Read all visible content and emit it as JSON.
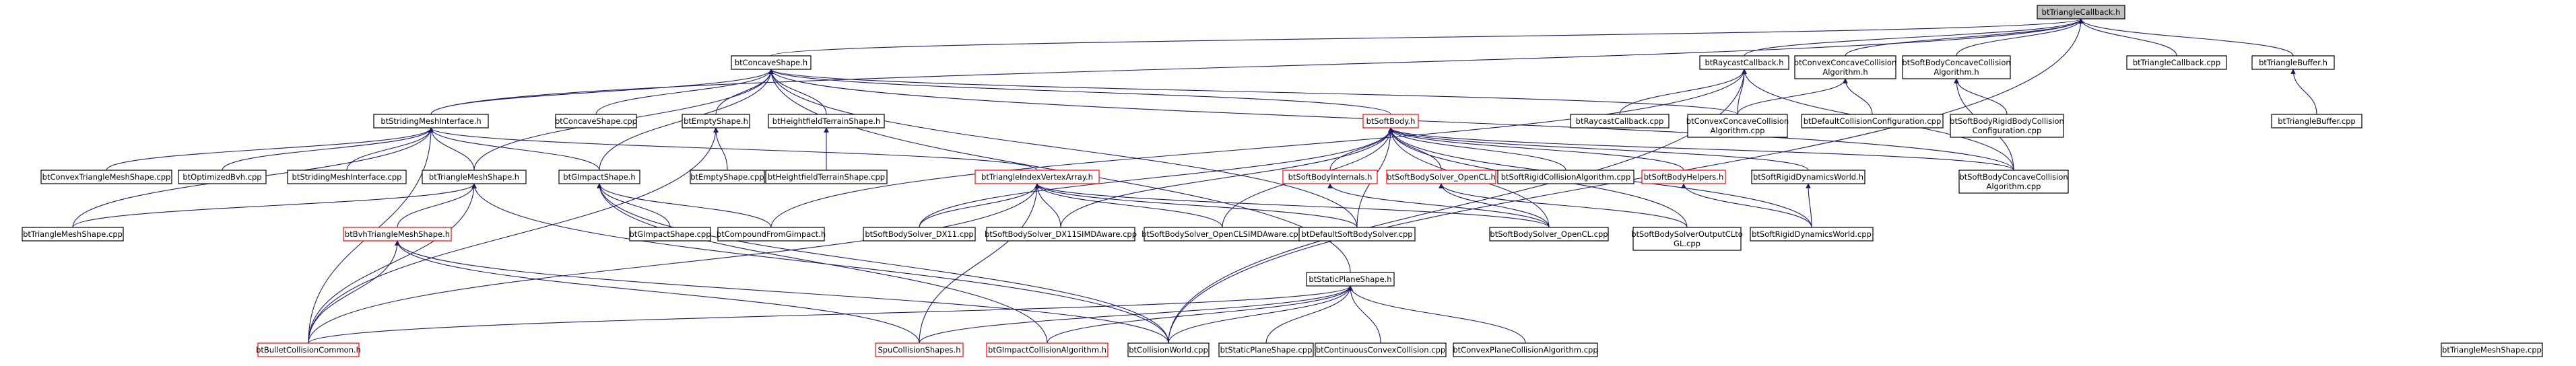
{
  "colors": {
    "edge": "#191970",
    "root_fill": "#bfbfbf",
    "node_fill": "#ffffff",
    "node_border": "#000000",
    "incomplete_border": "#ff0000"
  },
  "nodes": [
    {
      "id": "root",
      "lines": [
        "btTriangleCallback.h"
      ],
      "style": "root"
    },
    {
      "id": "concave",
      "lines": [
        "btConcaveShape.h"
      ],
      "style": "normal"
    },
    {
      "id": "raycastcb",
      "lines": [
        "btRaycastCallback.h"
      ],
      "style": "normal"
    },
    {
      "id": "ccalgo_h",
      "lines": [
        "btConvexConcaveCollision",
        "Algorithm.h"
      ],
      "style": "normal"
    },
    {
      "id": "sbccalgo_h",
      "lines": [
        "btSoftBodyConcaveCollision",
        "Algorithm.h"
      ],
      "style": "normal"
    },
    {
      "id": "tricb_cpp",
      "lines": [
        "btTriangleCallback.cpp"
      ],
      "style": "normal"
    },
    {
      "id": "tribuf_h",
      "lines": [
        "btTriangleBuffer.h"
      ],
      "style": "normal"
    },
    {
      "id": "strider_h",
      "lines": [
        "btStridingMeshInterface.h"
      ],
      "style": "normal"
    },
    {
      "id": "concave_cpp",
      "lines": [
        "btConcaveShape.cpp"
      ],
      "style": "normal"
    },
    {
      "id": "empty_h",
      "lines": [
        "btEmptyShape.h"
      ],
      "style": "normal"
    },
    {
      "id": "hf_h",
      "lines": [
        "btHeightfieldTerrainShape.h"
      ],
      "style": "normal"
    },
    {
      "id": "softbody_h",
      "lines": [
        "btSoftBody.h"
      ],
      "style": "incomplete"
    },
    {
      "id": "raycast_cpp",
      "lines": [
        "btRaycastCallback.cpp"
      ],
      "style": "normal"
    },
    {
      "id": "ccalgo_cpp",
      "lines": [
        "btConvexConcaveCollision",
        "Algorithm.cpp"
      ],
      "style": "normal"
    },
    {
      "id": "defcoll_cpp",
      "lines": [
        "btDefaultCollisionConfiguration.cpp"
      ],
      "style": "normal"
    },
    {
      "id": "sbrbccfg_cpp",
      "lines": [
        "btSoftBodyRigidBodyCollision",
        "Configuration.cpp"
      ],
      "style": "normal"
    },
    {
      "id": "tribuf_cpp",
      "lines": [
        "btTriangleBuffer.cpp"
      ],
      "style": "normal"
    },
    {
      "id": "convtrimesh_cpp",
      "lines": [
        "btConvexTriangleMeshShape.cpp"
      ],
      "style": "normal"
    },
    {
      "id": "optbvh_cpp",
      "lines": [
        "btOptimizedBvh.cpp"
      ],
      "style": "normal"
    },
    {
      "id": "strider_cpp",
      "lines": [
        "btStridingMeshInterface.cpp"
      ],
      "style": "normal"
    },
    {
      "id": "trimesh_h",
      "lines": [
        "btTriangleMeshShape.h"
      ],
      "style": "normal"
    },
    {
      "id": "gimpact_h",
      "lines": [
        "btGImpactShape.h"
      ],
      "style": "normal"
    },
    {
      "id": "empty_cpp",
      "lines": [
        "btEmptyShape.cpp"
      ],
      "style": "normal"
    },
    {
      "id": "hf_cpp",
      "lines": [
        "btHeightfieldTerrainShape.cpp"
      ],
      "style": "normal"
    },
    {
      "id": "sbinternals_h",
      "lines": [
        "btSoftBodyInternals.h"
      ],
      "style": "incomplete"
    },
    {
      "id": "sbsolver_ocl_h",
      "lines": [
        "btSoftBodySolver_OpenCL.h"
      ],
      "style": "incomplete"
    },
    {
      "id": "sorigidalgo_cpp",
      "lines": [
        "btSoftRigidCollisionAlgorithm.cpp"
      ],
      "style": "normal"
    },
    {
      "id": "sbhelpers_h",
      "lines": [
        "btSoftBodyHelpers.h"
      ],
      "style": "incomplete"
    },
    {
      "id": "srdynworld_h",
      "lines": [
        "btSoftRigidDynamicsWorld.h"
      ],
      "style": "normal"
    },
    {
      "id": "sbccalgo_cpp",
      "lines": [
        "btSoftBodyConcaveCollision",
        "Algorithm.cpp"
      ],
      "style": "normal"
    },
    {
      "id": "trimeshshape_cpp",
      "lines": [
        "btTriangleMeshShape.cpp"
      ],
      "style": "normal"
    },
    {
      "id": "gimpact_cpp",
      "lines": [
        "btGImpactShape.cpp"
      ],
      "style": "normal"
    },
    {
      "id": "compoundgimpact_cpp",
      "lines": [
        "btCompoundFromGimpact.h"
      ],
      "style": "normal"
    },
    {
      "id": "triidxva_h",
      "lines": [
        "btTriangleIndexVertexArray.h"
      ],
      "style": "incomplete"
    },
    {
      "id": "bvhtrimesh_h",
      "lines": [
        "btBvhTriangleMeshShape.h"
      ],
      "style": "incomplete"
    },
    {
      "id": "sbsolver_dx11_cpp",
      "lines": [
        "btSoftBodySolver_DX11.cpp"
      ],
      "style": "normal"
    },
    {
      "id": "sbsolver_dx11simd_cpp",
      "lines": [
        "btSoftBodySolver_DX11SIMDAware.cpp"
      ],
      "style": "normal"
    },
    {
      "id": "sbsolver_oclsimd_cpp",
      "lines": [
        "btSoftBodySolver_OpenCLSIMDAware.cpp"
      ],
      "style": "normal"
    },
    {
      "id": "defsbsolver_cpp",
      "lines": [
        "btDefaultSoftBodySolver.cpp"
      ],
      "style": "normal"
    },
    {
      "id": "staticplane_h",
      "lines": [
        "btStaticPlaneShape.h"
      ],
      "style": "normal"
    },
    {
      "id": "sbsolver_ocl_cpp",
      "lines": [
        "btSoftBodySolver_OpenCL.cpp"
      ],
      "style": "normal"
    },
    {
      "id": "sbsolveroutcl_cpp",
      "lines": [
        "btSoftBodySolverOutputCLto",
        "GL.cpp"
      ],
      "style": "normal"
    },
    {
      "id": "srdynworld_cpp",
      "lines": [
        "btSoftRigidDynamicsWorld.cpp"
      ],
      "style": "normal"
    },
    {
      "id": "bulletcollcommon_h",
      "lines": [
        "btBulletCollisionCommon.h"
      ],
      "style": "incomplete"
    },
    {
      "id": "spucollshapes_h",
      "lines": [
        "SpuCollisionShapes.h"
      ],
      "style": "incomplete"
    },
    {
      "id": "gimpactcollalgo_h",
      "lines": [
        "btGImpactCollisionAlgorithm.h"
      ],
      "style": "incomplete"
    },
    {
      "id": "collworld_cpp",
      "lines": [
        "btCollisionWorld.cpp"
      ],
      "style": "normal"
    },
    {
      "id": "staticplane_cpp",
      "lines": [
        "btStaticPlaneShape.cpp"
      ],
      "style": "normal"
    },
    {
      "id": "contconvcoll_cpp",
      "lines": [
        "btContinuousConvexCollision.cpp"
      ],
      "style": "normal"
    },
    {
      "id": "convplanealgo_cpp",
      "lines": [
        "btConvexPlaneCollisionAlgorithm.cpp"
      ],
      "style": "normal"
    },
    {
      "id": "trimeshshape2_cpp",
      "lines": [
        "btTriangleMeshShape.cpp"
      ],
      "style": "normal"
    }
  ],
  "edges": [
    [
      "concave",
      "root"
    ],
    [
      "raycastcb",
      "root"
    ],
    [
      "ccalgo_h",
      "root"
    ],
    [
      "sbccalgo_h",
      "root"
    ],
    [
      "tricb_cpp",
      "root"
    ],
    [
      "tribuf_h",
      "root"
    ],
    [
      "strider_h",
      "root"
    ],
    [
      "collworld_cpp",
      "root"
    ],
    [
      "strider_h",
      "concave"
    ],
    [
      "concave_cpp",
      "concave"
    ],
    [
      "empty_h",
      "concave"
    ],
    [
      "hf_h",
      "concave"
    ],
    [
      "softbody_h",
      "concave"
    ],
    [
      "ccalgo_cpp",
      "concave"
    ],
    [
      "trimesh_h",
      "concave"
    ],
    [
      "gimpact_h",
      "concave"
    ],
    [
      "sbccalgo_cpp",
      "concave"
    ],
    [
      "defsbsolver_cpp",
      "concave"
    ],
    [
      "staticplane_h",
      "concave"
    ],
    [
      "raycast_cpp",
      "raycastcb"
    ],
    [
      "ccalgo_cpp",
      "raycastcb"
    ],
    [
      "compoundgimpact_cpp",
      "raycastcb"
    ],
    [
      "sbccalgo_cpp",
      "raycastcb"
    ],
    [
      "collworld_cpp",
      "raycastcb"
    ],
    [
      "ccalgo_cpp",
      "ccalgo_h"
    ],
    [
      "defcoll_cpp",
      "ccalgo_h"
    ],
    [
      "sbccalgo_cpp",
      "sbccalgo_h"
    ],
    [
      "sbrbccfg_cpp",
      "sbccalgo_h"
    ],
    [
      "tribuf_cpp",
      "tribuf_h"
    ],
    [
      "convtrimesh_cpp",
      "strider_h"
    ],
    [
      "optbvh_cpp",
      "strider_h"
    ],
    [
      "strider_cpp",
      "strider_h"
    ],
    [
      "trimesh_h",
      "strider_h"
    ],
    [
      "gimpact_h",
      "strider_h"
    ],
    [
      "triidxva_h",
      "strider_h"
    ],
    [
      "trimeshshape_cpp",
      "strider_h"
    ],
    [
      "bulletcollcommon_h",
      "strider_h"
    ],
    [
      "empty_cpp",
      "empty_h"
    ],
    [
      "bulletcollcommon_h",
      "empty_h"
    ],
    [
      "hf_cpp",
      "hf_h"
    ],
    [
      "sbinternals_h",
      "softbody_h"
    ],
    [
      "sbsolver_ocl_h",
      "softbody_h"
    ],
    [
      "sorigidalgo_cpp",
      "softbody_h"
    ],
    [
      "sbhelpers_h",
      "softbody_h"
    ],
    [
      "srdynworld_h",
      "softbody_h"
    ],
    [
      "sbccalgo_cpp",
      "softbody_h"
    ],
    [
      "sbsolver_dx11_cpp",
      "softbody_h"
    ],
    [
      "sbsolver_dx11simd_cpp",
      "softbody_h"
    ],
    [
      "sbsolver_oclsimd_cpp",
      "softbody_h"
    ],
    [
      "defsbsolver_cpp",
      "softbody_h"
    ],
    [
      "sbsolver_ocl_cpp",
      "softbody_h"
    ],
    [
      "sbsolveroutcl_cpp",
      "softbody_h"
    ],
    [
      "srdynworld_cpp",
      "softbody_h"
    ],
    [
      "trimeshshape_cpp",
      "trimesh_h"
    ],
    [
      "bvhtrimesh_h",
      "trimesh_h"
    ],
    [
      "bulletcollcommon_h",
      "trimesh_h"
    ],
    [
      "collworld_cpp",
      "trimesh_h"
    ],
    [
      "gimpact_cpp",
      "gimpact_h"
    ],
    [
      "compoundgimpact_cpp",
      "gimpact_h"
    ],
    [
      "gimpactcollalgo_h",
      "gimpact_h"
    ],
    [
      "collworld_cpp",
      "gimpact_h"
    ],
    [
      "sbsolver_dx11_cpp",
      "triidxva_h"
    ],
    [
      "sbsolver_dx11simd_cpp",
      "triidxva_h"
    ],
    [
      "sbsolver_oclsimd_cpp",
      "triidxva_h"
    ],
    [
      "defsbsolver_cpp",
      "triidxva_h"
    ],
    [
      "sbsolver_ocl_cpp",
      "triidxva_h"
    ],
    [
      "bulletcollcommon_h",
      "triidxva_h"
    ],
    [
      "spucollshapes_h",
      "triidxva_h"
    ],
    [
      "sbsolver_ocl_cpp",
      "sbinternals_h"
    ],
    [
      "sbsolver_ocl_cpp",
      "sbsolver_ocl_h"
    ],
    [
      "sbsolveroutcl_cpp",
      "sbsolver_ocl_h"
    ],
    [
      "srdynworld_cpp",
      "sbhelpers_h"
    ],
    [
      "srdynworld_cpp",
      "srdynworld_h"
    ],
    [
      "bulletcollcommon_h",
      "bvhtrimesh_h"
    ],
    [
      "spucollshapes_h",
      "bvhtrimesh_h"
    ],
    [
      "collworld_cpp",
      "bvhtrimesh_h"
    ],
    [
      "bulletcollcommon_h",
      "staticplane_h"
    ],
    [
      "spucollshapes_h",
      "staticplane_h"
    ],
    [
      "gimpactcollalgo_h",
      "staticplane_h"
    ],
    [
      "collworld_cpp",
      "staticplane_h"
    ],
    [
      "staticplane_cpp",
      "staticplane_h"
    ],
    [
      "contconvcoll_cpp",
      "staticplane_h"
    ],
    [
      "convplanealgo_cpp",
      "staticplane_h"
    ]
  ]
}
